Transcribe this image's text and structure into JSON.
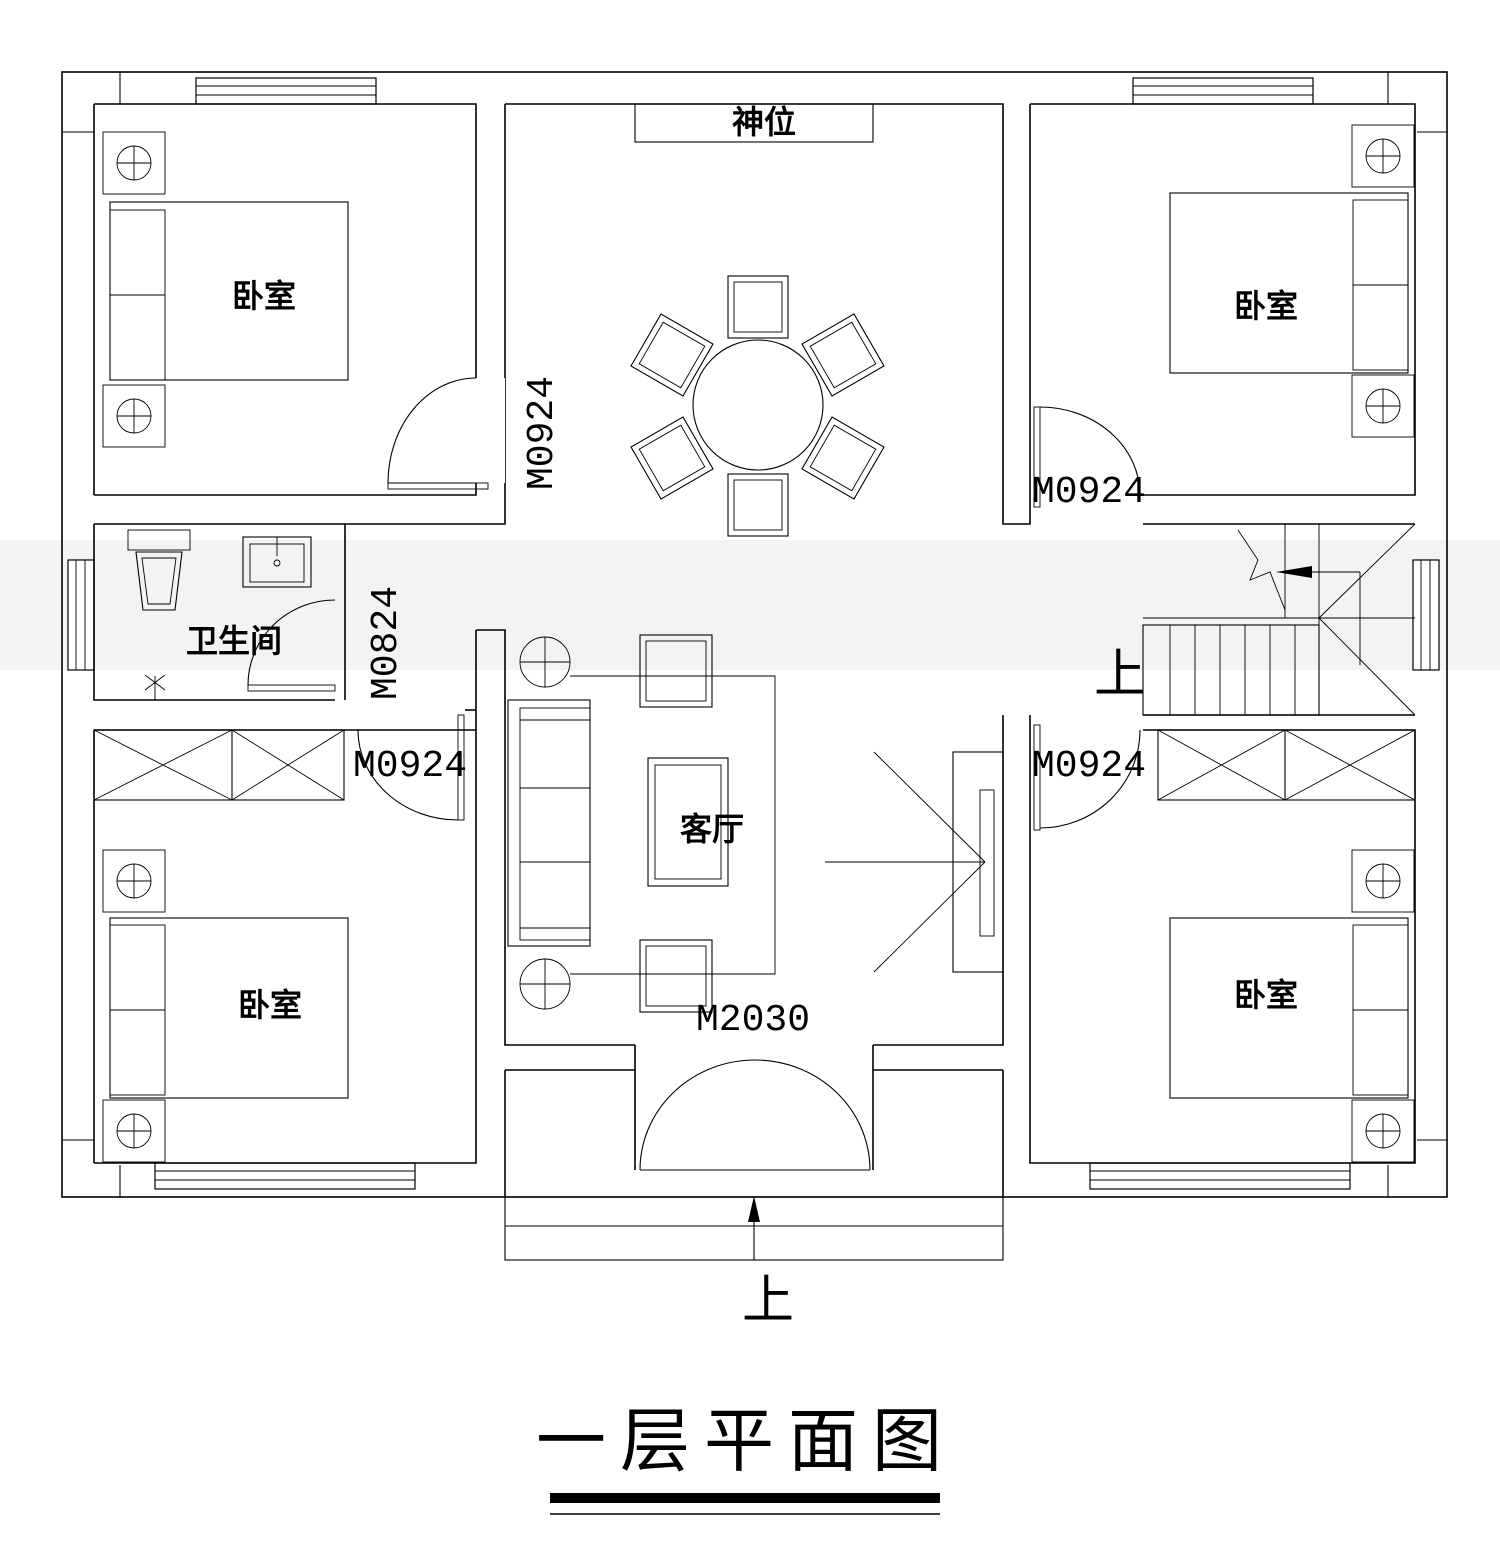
{
  "labels": {
    "shrine": "神位",
    "bedroom_tl": "卧室",
    "bedroom_tr": "卧室",
    "bedroom_bl": "卧室",
    "bedroom_br": "卧室",
    "bathroom": "卫生间",
    "living_room": "客厅"
  },
  "doors": {
    "tl": "M0924",
    "tr": "M0924",
    "bath": "M0824",
    "bl": "M0924",
    "br": "M0924",
    "main": "M2030"
  },
  "stair_up": "上",
  "entry_up": "上",
  "title": "一层平面图"
}
